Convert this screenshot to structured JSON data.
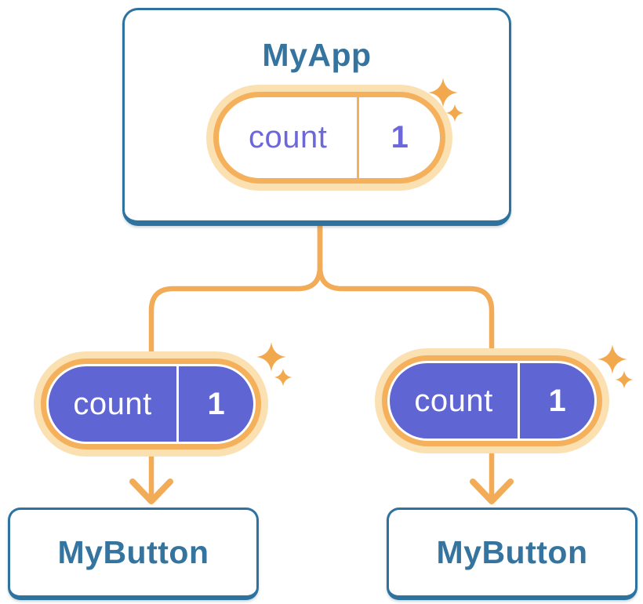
{
  "diagram": {
    "description": "Component tree diagram: parent component passes shared state down to two child buttons",
    "root": {
      "title": "MyApp",
      "state": {
        "label": "count",
        "value": "1"
      }
    },
    "children": [
      {
        "title": "MyButton",
        "state": {
          "label": "count",
          "value": "1"
        }
      },
      {
        "title": "MyButton",
        "state": {
          "label": "count",
          "value": "1"
        }
      }
    ]
  },
  "icons": {
    "sparkles": "sparkles-icon",
    "arrow": "arrow-down-icon"
  },
  "colors": {
    "background": "#FFFFFF",
    "card_border_blue": "#2E73A0",
    "title_blue": "#35749E",
    "connector_orange": "#F2AB57",
    "pill_border_orange": "#F5B05C",
    "pill_glow_peach": "#FBE1B2",
    "pill_fill_purple": "#5F66D3",
    "pill_text_purple": "#6C68D9",
    "pill_text_white": "#FFFFFF",
    "sparkle_orange": "#F2A94E"
  }
}
